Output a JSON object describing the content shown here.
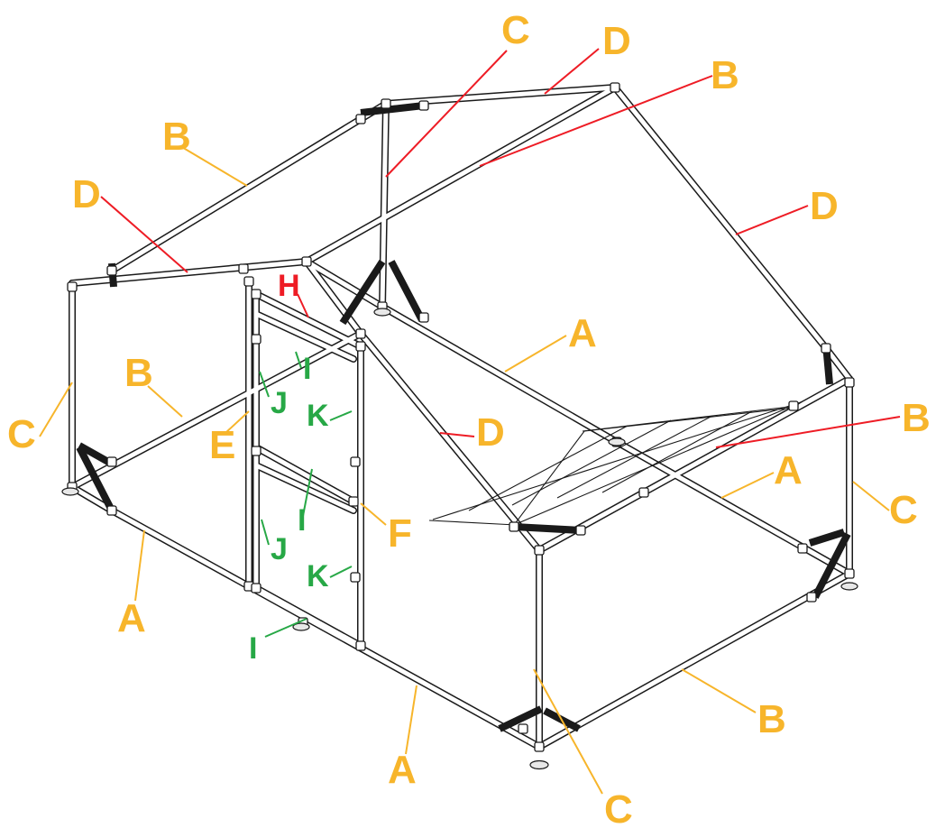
{
  "colors": {
    "orange": "#F7B52B",
    "red": "#EE1C25",
    "green": "#27A846",
    "frame": "#1a1a1a"
  },
  "labels": [
    {
      "id": "lbl-c-top",
      "text": "C",
      "color": "orange"
    },
    {
      "id": "lbl-d-top",
      "text": "D",
      "color": "orange"
    },
    {
      "id": "lbl-b-top-right",
      "text": "B",
      "color": "orange"
    },
    {
      "id": "lbl-b-top-left",
      "text": "B",
      "color": "orange"
    },
    {
      "id": "lbl-d-left",
      "text": "D",
      "color": "orange"
    },
    {
      "id": "lbl-d-right",
      "text": "D",
      "color": "orange"
    },
    {
      "id": "lbl-h",
      "text": "H",
      "color": "red"
    },
    {
      "id": "lbl-a-mid",
      "text": "A",
      "color": "orange"
    },
    {
      "id": "lbl-i-upper",
      "text": "I",
      "color": "green"
    },
    {
      "id": "lbl-b-left",
      "text": "B",
      "color": "orange"
    },
    {
      "id": "lbl-j-upper",
      "text": "J",
      "color": "green"
    },
    {
      "id": "lbl-k-upper",
      "text": "K",
      "color": "green"
    },
    {
      "id": "lbl-c-left",
      "text": "C",
      "color": "orange"
    },
    {
      "id": "lbl-e",
      "text": "E",
      "color": "orange"
    },
    {
      "id": "lbl-d-center",
      "text": "D",
      "color": "orange"
    },
    {
      "id": "lbl-b-right",
      "text": "B",
      "color": "orange"
    },
    {
      "id": "lbl-a-right",
      "text": "A",
      "color": "orange"
    },
    {
      "id": "lbl-c-right",
      "text": "C",
      "color": "orange"
    },
    {
      "id": "lbl-i-mid",
      "text": "I",
      "color": "green"
    },
    {
      "id": "lbl-f",
      "text": "F",
      "color": "orange"
    },
    {
      "id": "lbl-j-lower",
      "text": "J",
      "color": "green"
    },
    {
      "id": "lbl-k-lower",
      "text": "K",
      "color": "green"
    },
    {
      "id": "lbl-a-left",
      "text": "A",
      "color": "orange"
    },
    {
      "id": "lbl-i-lower",
      "text": "I",
      "color": "green"
    },
    {
      "id": "lbl-b-bottom",
      "text": "B",
      "color": "orange"
    },
    {
      "id": "lbl-a-bottom",
      "text": "A",
      "color": "orange"
    },
    {
      "id": "lbl-c-bottom",
      "text": "C",
      "color": "orange"
    }
  ]
}
